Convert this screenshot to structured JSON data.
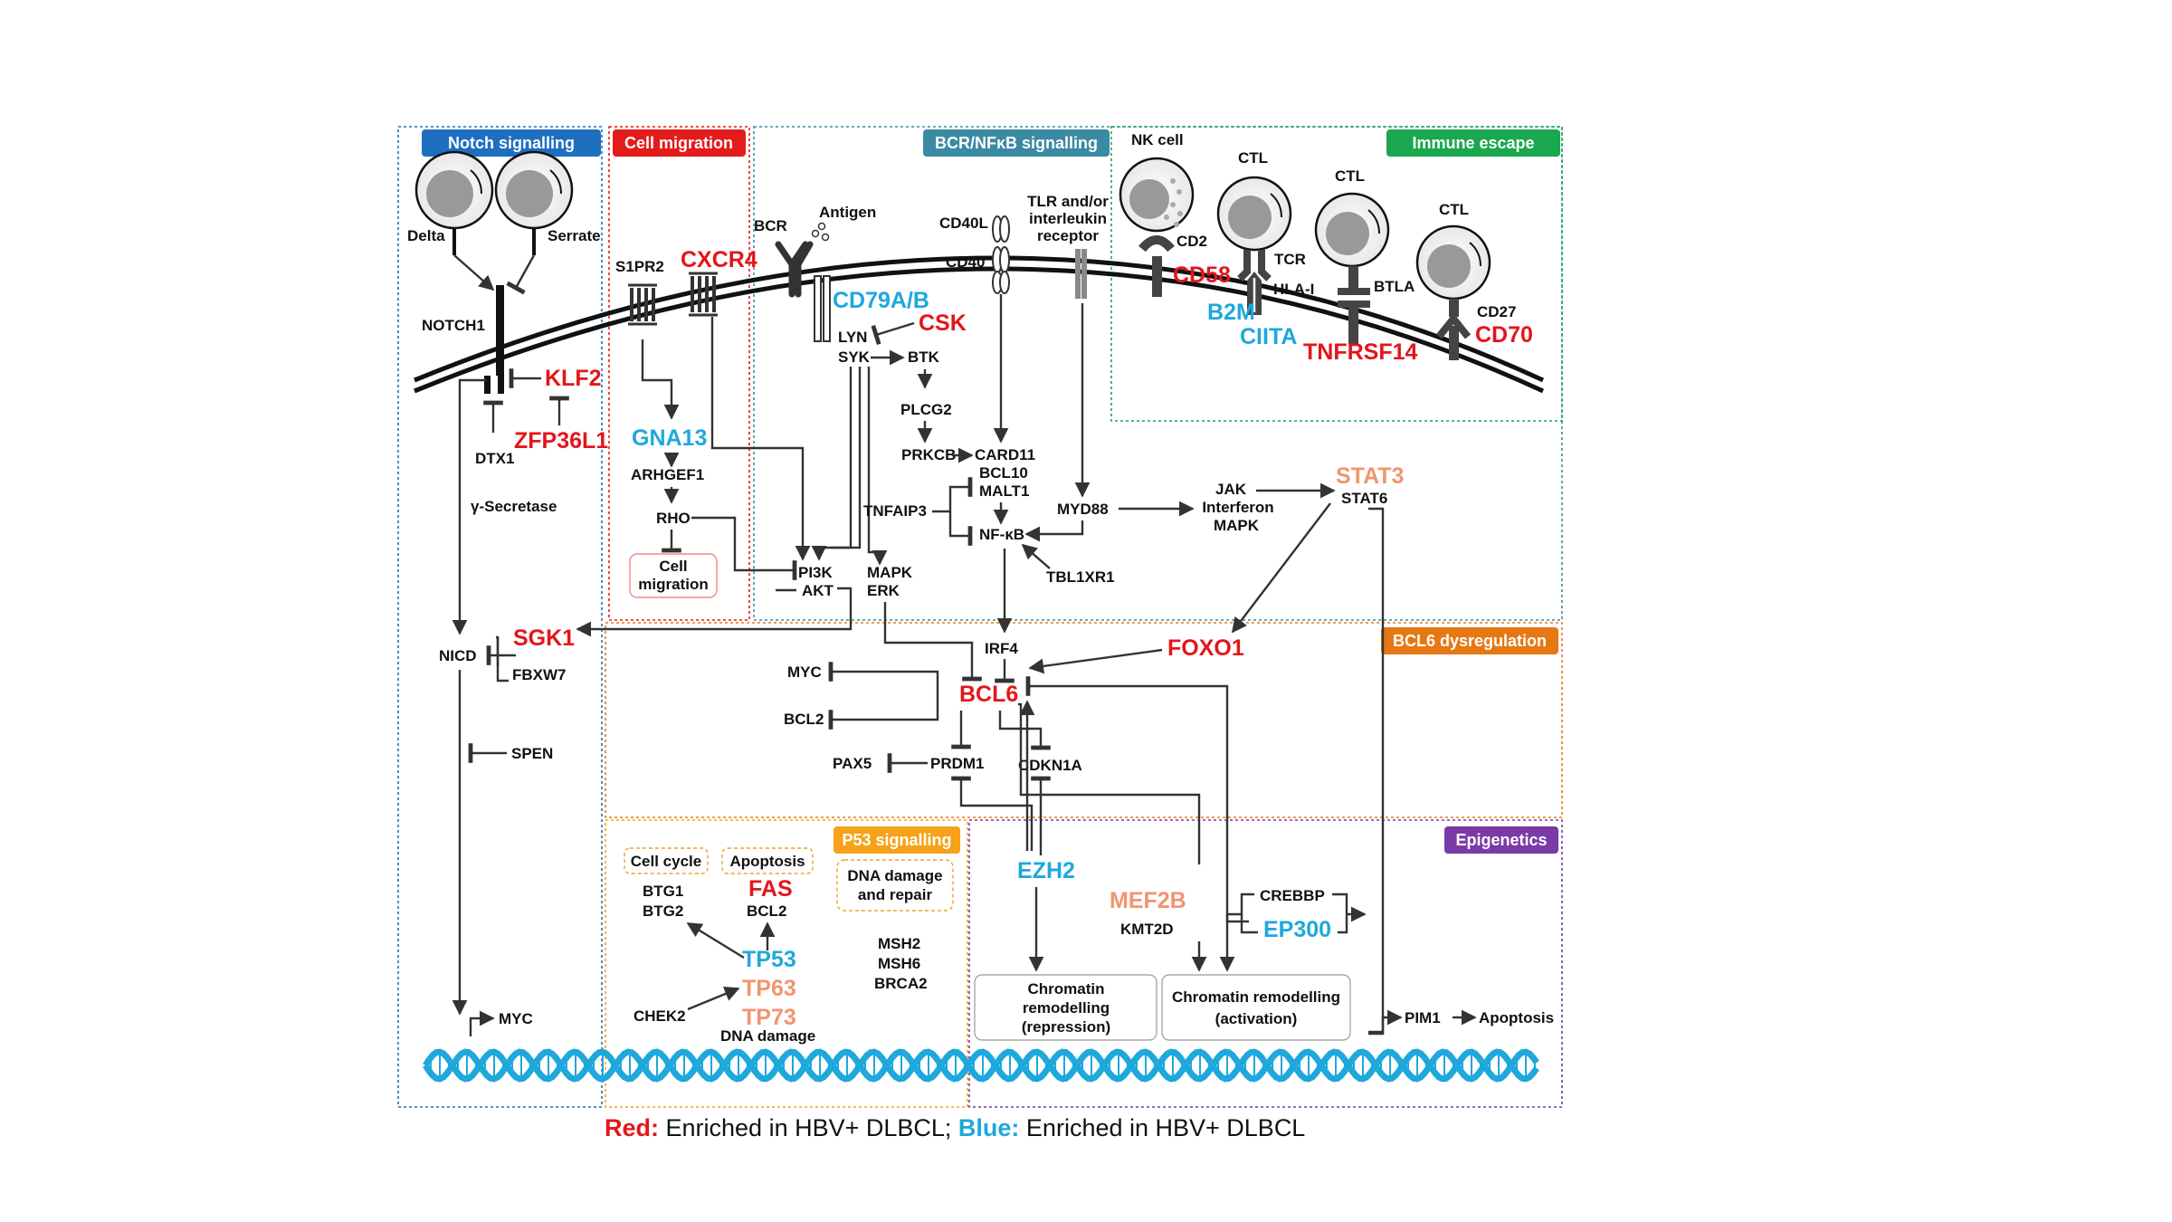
{
  "sections": {
    "notch": "Notch signalling",
    "migration": "Cell migration",
    "bcr": "BCR/NFκB signalling",
    "immune": "Immune escape",
    "bcl6": "BCL6 dysregulation",
    "p53": "P53 signalling",
    "epigenetics": "Epigenetics"
  },
  "colors": {
    "notch": "#1f6fc1",
    "migration": "#e31b1b",
    "bcr": "#3b8aa3",
    "immune": "#1aa84f",
    "bcl6": "#e67814",
    "p53": "#f6a21a",
    "epigenetics": "#7a3aa7",
    "red_gene": "#e3151b",
    "blue_gene": "#1ea8dc",
    "orange_gene": "#f2946f",
    "dna": "#1ea8dc"
  },
  "labels": {
    "delta": "Delta",
    "serrate": "Serrate",
    "notch1": "NOTCH1",
    "dtx1": "DTX1",
    "gamma_secretase": "γ-Secretase",
    "nicd": "NICD",
    "fbxw7": "FBXW7",
    "spen": "SPEN",
    "myc_notch": "MYC",
    "s1pr2": "S1PR2",
    "arhgef1": "ARHGEF1",
    "rho": "RHO",
    "cell_migration_box_1": "Cell",
    "cell_migration_box_2": "migration",
    "bcr": "BCR",
    "antigen": "Antigen",
    "lyn": "LYN",
    "syk": "SYK",
    "btk": "BTK",
    "plcg2": "PLCG2",
    "prkcb": "PRKCB",
    "card11": "CARD11",
    "bcl10": "BCL10",
    "malt1": "MALT1",
    "tnfaip3": "TNFAIP3",
    "nfkb": "NF-κB",
    "tbl1xr1": "TBL1XR1",
    "pi3k": "PI3K",
    "akt": "AKT",
    "mapk": "MAPK",
    "erk": "ERK",
    "cd40l": "CD40L",
    "cd40": "CD40",
    "tlr_1": "TLR and/or",
    "tlr_2": "interleukin",
    "tlr_3": "receptor",
    "myd88": "MYD88",
    "jak": "JAK",
    "interferon": "Interferon",
    "mapk2": "MAPK",
    "stat6": "STAT6",
    "nk_cell": "NK cell",
    "cd2": "CD2",
    "ctl_1": "CTL",
    "tcr": "TCR",
    "hla_i": "HLA-I",
    "ctl_2": "CTL",
    "btla": "BTLA",
    "ctl_3": "CTL",
    "cd27": "CD27",
    "irf4": "IRF4",
    "myc": "MYC",
    "bcl2": "BCL2",
    "pax5": "PAX5",
    "prdm1": "PRDM1",
    "cdkn1a": "CDKN1A",
    "cell_cycle": "Cell cycle",
    "apoptosis_box": "Apoptosis",
    "dna_damage_repair_1": "DNA damage",
    "dna_damage_repair_2": "and repair",
    "btg1": "BTG1",
    "btg2": "BTG2",
    "bcl2_p53": "BCL2",
    "msh2": "MSH2",
    "msh6": "MSH6",
    "brca2": "BRCA2",
    "chek2": "CHEK2",
    "dna_damage": "DNA damage",
    "chromatin_rep_1": "Chromatin",
    "chromatin_rep_2": "remodelling",
    "chromatin_rep_3": "(repression)",
    "kmt2d": "KMT2D",
    "crebbp": "CREBBP",
    "chromatin_act_1": "Chromatin remodelling",
    "chromatin_act_2": "(activation)",
    "pim1": "PIM1",
    "apoptosis": "Apoptosis"
  },
  "genes": {
    "klf2": "KLF2",
    "zfp36l1": "ZFP36L1",
    "sgk1": "SGK1",
    "cxcr4": "CXCR4",
    "gna13": "GNA13",
    "cd79ab": "CD79A/B",
    "csk": "CSK",
    "cd58": "CD58",
    "b2m": "B2M",
    "ciita": "CIITA",
    "tnfrsf14": "TNFRSF14",
    "cd70": "CD70",
    "stat3": "STAT3",
    "foxo1": "FOXO1",
    "bcl6": "BCL6",
    "fas": "FAS",
    "tp53": "TP53",
    "tp63": "TP63",
    "tp73": "TP73",
    "ezh2": "EZH2",
    "mef2b": "MEF2B",
    "ep300": "EP300"
  },
  "legend": {
    "red_key": "Red:",
    "red_text": " Enriched in HBV+ DLBCL; ",
    "blue_key": "Blue:",
    "blue_text": " Enriched in HBV+ DLBCL"
  }
}
